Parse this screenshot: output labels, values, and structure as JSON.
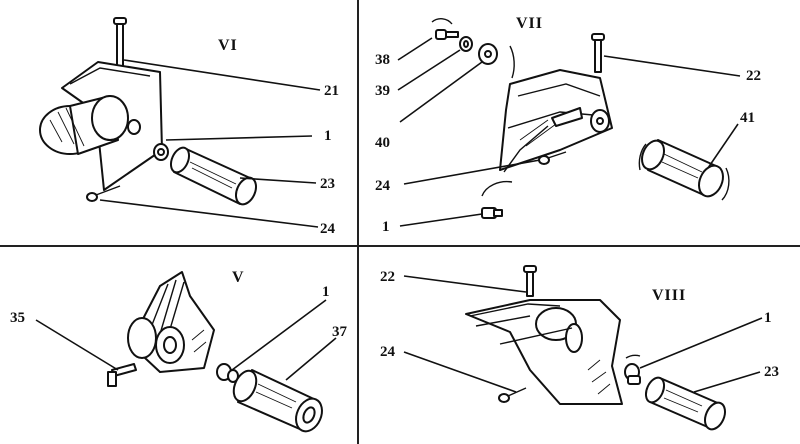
{
  "panels": [
    {
      "id": "panel-vi",
      "numeral": "VI",
      "callouts": [
        "21",
        "1",
        "23",
        "24"
      ]
    },
    {
      "id": "panel-vii",
      "numeral": "VII",
      "callouts": [
        "38",
        "39",
        "40",
        "22",
        "41",
        "24",
        "1"
      ]
    },
    {
      "id": "panel-v",
      "numeral": "V",
      "callouts": [
        "1",
        "35",
        "37"
      ]
    },
    {
      "id": "panel-viii",
      "numeral": "VIII",
      "callouts": [
        "22",
        "1",
        "24",
        "23"
      ]
    }
  ]
}
